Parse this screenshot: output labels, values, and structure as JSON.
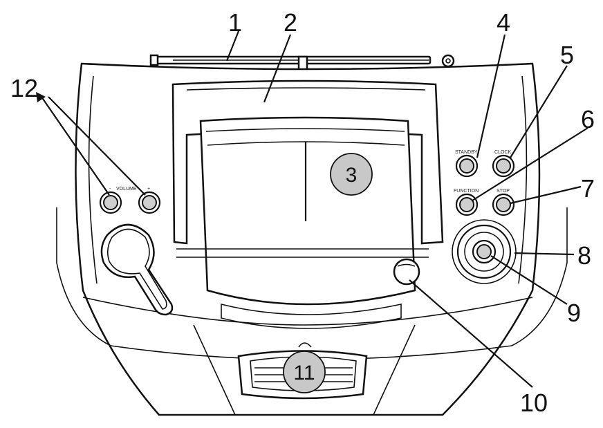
{
  "callout_numbers": [
    "1",
    "2",
    "3",
    "4",
    "5",
    "6",
    "7",
    "8",
    "9",
    "10",
    "11",
    "12"
  ],
  "button_labels": {
    "standby": "STANDBY",
    "clock": "CLOCK",
    "function": "FUNCTION",
    "stop": "STOP",
    "volume": "VOLUME",
    "vol_minus": "-",
    "vol_plus": "+"
  },
  "colors": {
    "line": "#111111",
    "callout_fill": "#c8c8c8",
    "background": "#ffffff"
  }
}
